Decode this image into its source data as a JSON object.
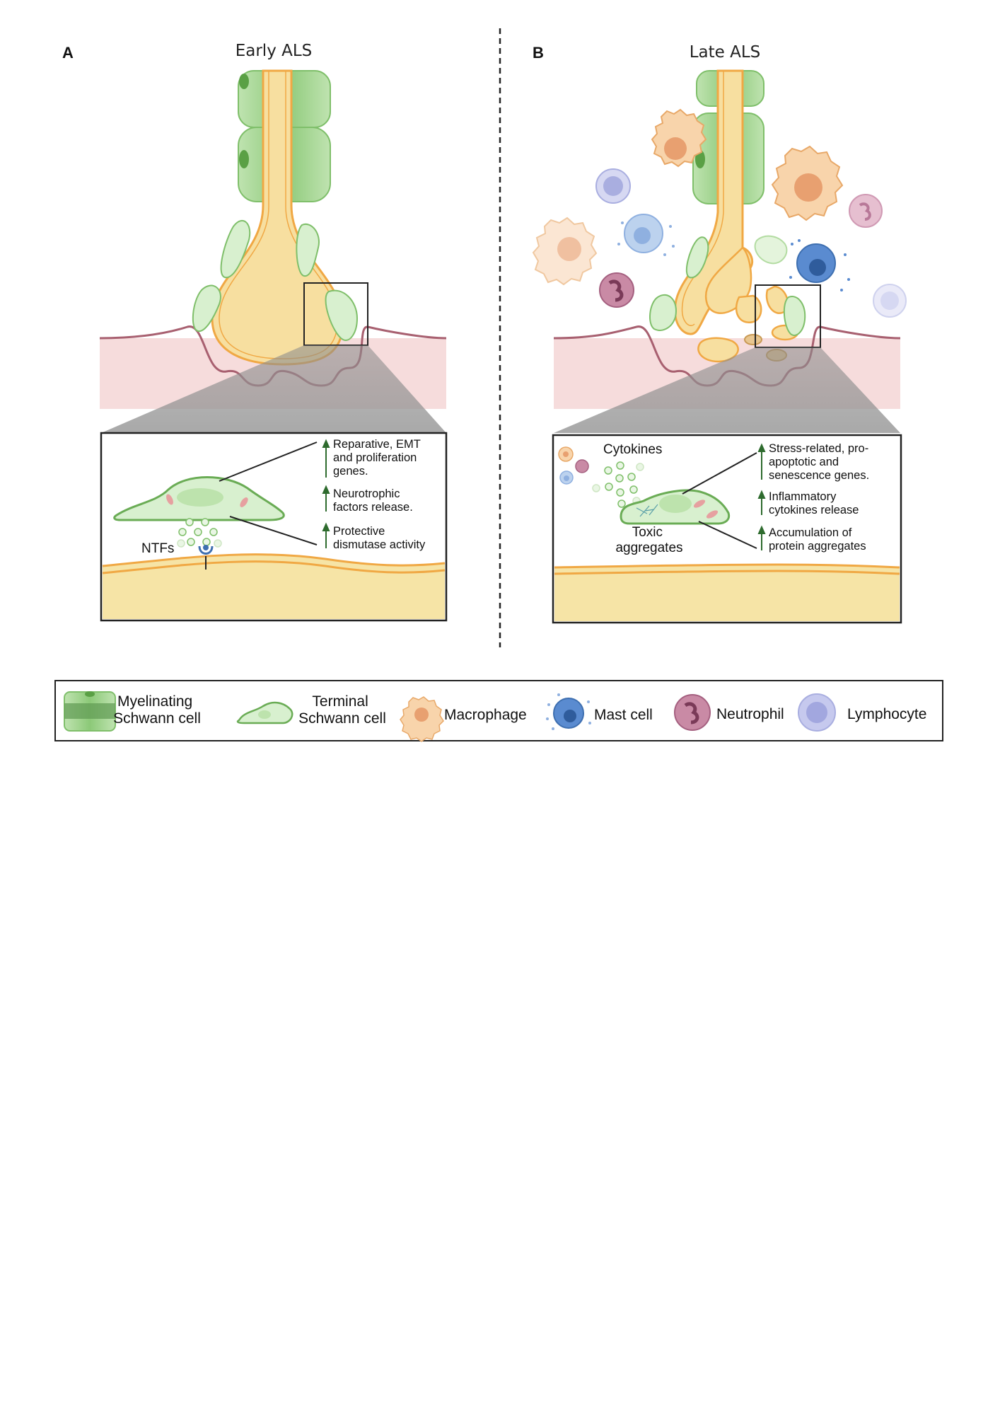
{
  "panel_a": {
    "letter": "A",
    "title": "Early ALS",
    "ntfs_label": "NTFs",
    "effects": [
      [
        "Reparative, EMT",
        "and proliferation",
        "genes."
      ],
      [
        "Neurotrophic",
        "factors release."
      ],
      [
        "Protective",
        "dismutase activity"
      ]
    ]
  },
  "panel_b": {
    "letter": "B",
    "title": "Late ALS",
    "cytokines_label": "Cytokines",
    "toxic_label": [
      "Toxic",
      "aggregates"
    ],
    "effects": [
      [
        "Stress-related, pro-",
        "apoptotic and",
        "senescence genes."
      ],
      [
        "Inflammatory",
        "cytokines release"
      ],
      [
        "Accumulation of",
        "protein aggregates"
      ]
    ]
  },
  "legend": {
    "items": [
      [
        "Myelinating",
        "Schwann cell"
      ],
      [
        "Terminal",
        "Schwann cell"
      ],
      [
        "Macrophage"
      ],
      [
        "Mast cell"
      ],
      [
        "Neutrophil"
      ],
      [
        "Lymphocyte"
      ]
    ]
  },
  "colors": {
    "axon": "#f7dfa0",
    "axon_border": "#f0a844",
    "schwann_fill": "#d8f0cf",
    "schwann_border": "#7fbf6a",
    "myelin": "#9fd28c",
    "muscle": "#f6dcdc",
    "muscle_border": "#a86070",
    "arrow": "#2e6b2e",
    "macrophage": "#f5c89a",
    "mast_cell": "#4e7fc4",
    "neutrophil": "#b56a8e",
    "lymphocyte": "#a9aee0"
  }
}
